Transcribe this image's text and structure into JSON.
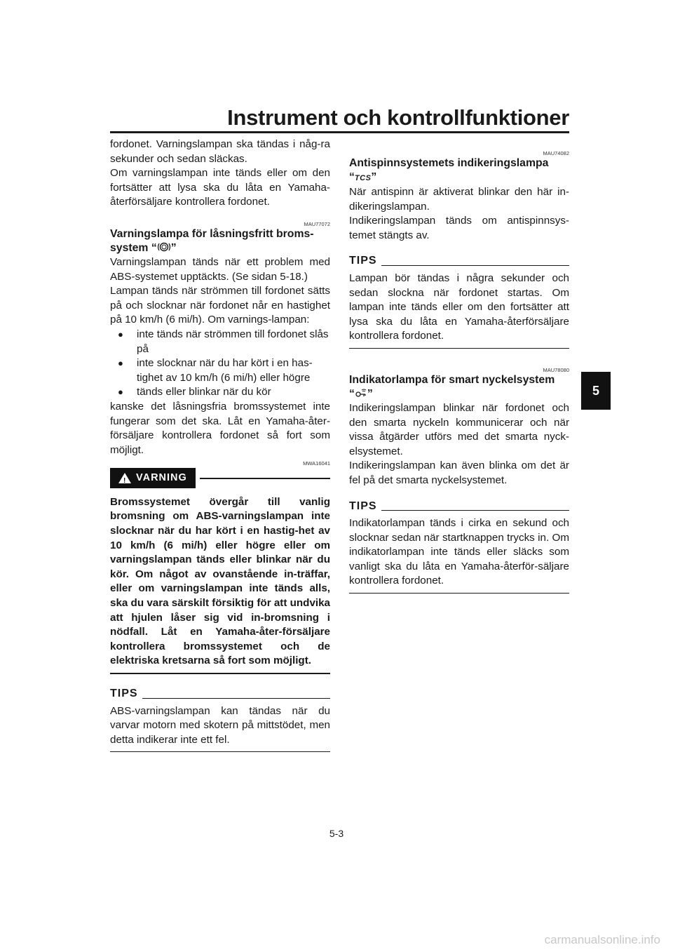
{
  "header": {
    "title": "Instrument och kontrollfunktioner"
  },
  "chapter_tab": "5",
  "left": {
    "p_intro1": "fordonet. Varningslampan ska tändas i någ-ra sekunder och sedan släckas.",
    "p_intro2": "Om varningslampan inte tänds eller om den fortsätter att lysa ska du låta en Yamaha-återförsäljare kontrollera fordonet.",
    "code_abs": "MAU77072",
    "abs_heading": "Varningslampa för låsningsfritt broms-system “",
    "abs_heading_end": "”",
    "abs_icon": "abs-icon",
    "abs_p1": "Varningslampan tänds när ett problem med ABS-systemet upptäckts. (Se sidan 5-18.)",
    "abs_p2": "Lampan tänds när strömmen till fordonet sätts på och slocknar när fordonet når en hastighet på 10 km/h (6 mi/h). Om varnings-lampan:",
    "bullets": [
      "inte tänds när strömmen till fordonet slås på",
      "inte slocknar när du har kört i en has-tighet av 10 km/h (6 mi/h) eller högre",
      "tänds eller blinkar när du kör"
    ],
    "abs_p3": "kanske det låsningsfria bromssystemet inte fungerar som det ska. Låt en Yamaha-åter-försäljare kontrollera fordonet så fort som möjligt.",
    "code_warning": "MWA16041",
    "warning_label": "VARNING",
    "warning_text": "Bromssystemet övergår till vanlig bromsning om ABS-varningslampan inte slocknar när du har kört i en hastig-het av 10 km/h (6 mi/h) eller högre eller om varningslampan tänds eller blinkar när du kör. Om något av ovanstående in-träffar, eller om varningslampan inte tänds alls, ska du vara särskilt försiktig för att undvika att hjulen låser sig vid in-bromsning i nödfall. Låt en Yamaha-åter-försäljare kontrollera bromssystemet och de elektriska kretsarna så fort som möjligt.",
    "tips_label": "TIPS",
    "tips_text": "ABS-varningslampan kan tändas när du varvar motorn med skotern på mittstödet, men detta indikerar inte ett fel."
  },
  "right": {
    "code_tcs": "MAU74082",
    "tcs_heading": "Antispinnsystemets indikeringslampa",
    "tcs_open": "“",
    "tcs_icon_text": "TCS",
    "tcs_close": "”",
    "tcs_p1": "När antispinn är aktiverat blinkar den här in-dikeringslampan.",
    "tcs_p2": "Indikeringslampan tänds om antispinnsys-temet stängts av.",
    "tips1_label": "TIPS",
    "tips1_text": "Lampan bör tändas i några sekunder och sedan slockna när fordonet startas. Om lampan inte tänds eller om den fortsätter att lysa ska du låta en Yamaha-återförsäljare kontrollera fordonet.",
    "code_key": "MAU78080",
    "key_heading": "Indikatorlampa för smart nyckelsystem",
    "key_open": "“",
    "key_icon": "smart-key-icon",
    "key_close": "”",
    "key_p1": "Indikeringslampan blinkar när fordonet och den smarta nyckeln kommunicerar och när vissa åtgärder utförs med det smarta nyck-elsystemet.",
    "key_p2": "Indikeringslampan kan även blinka om det är fel på det smarta nyckelsystemet.",
    "tips2_label": "TIPS",
    "tips2_text": "Indikatorlampan tänds i cirka en sekund och slocknar sedan när startknappen trycks in. Om indikatorlampan inte tänds eller släcks som vanligt ska du låta en Yamaha-återför-säljare kontrollera fordonet."
  },
  "page_number": "5-3",
  "watermark": "carmanualsonline.info"
}
